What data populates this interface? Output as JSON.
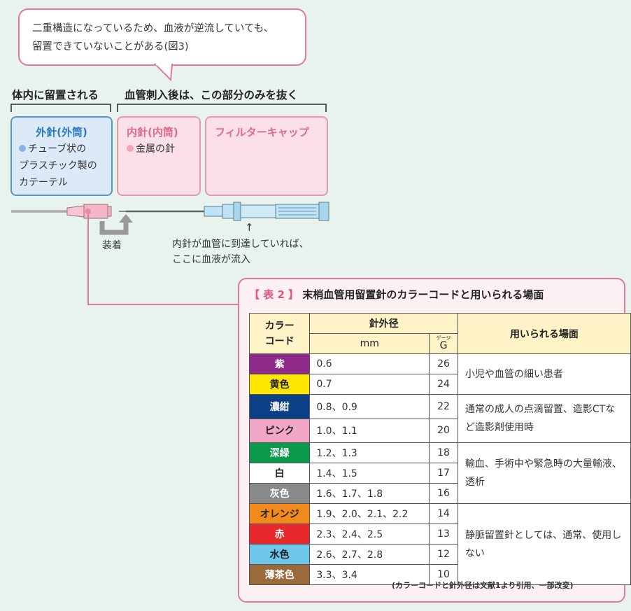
{
  "bubble": {
    "line1": "二重構造になっているため、血液が逆流していても、",
    "line2": "留置できていないことがある(図3)"
  },
  "headers": {
    "left": "体内に留置される",
    "right": "血管刺入後は、この部分のみを抜く"
  },
  "parts": {
    "outer": {
      "title": "外針(外筒)",
      "desc1": "チューブ状の",
      "desc2": "プラスチック製の",
      "desc3": "カテーテル"
    },
    "inner": {
      "title": "内針(内筒)",
      "desc1": "金属の針"
    },
    "filter": {
      "title": "フィルターキャップ"
    }
  },
  "labels": {
    "attach": "装着",
    "arrow": "↑",
    "blood1": "内針が血管に到達していれば、",
    "blood2": "ここに血液が流入"
  },
  "table": {
    "title_open": "【",
    "title_label": "表 2",
    "title_close": "】",
    "title_text": "末梢血管用留置針のカラーコードと用いられる場面",
    "head_color1": "カラー",
    "head_color2": "コード",
    "head_outer": "針外径",
    "head_mm": "mm",
    "head_g": "G",
    "head_g_ruby": "ゲージ",
    "head_use": "用いられる場面",
    "rows": [
      {
        "name": "紫",
        "mm": "0.6",
        "g": "26",
        "bg": "#8e2a8a",
        "fg": "#ffffff"
      },
      {
        "name": "黄色",
        "mm": "0.7",
        "g": "24",
        "bg": "#ffe600",
        "fg": "#222222"
      },
      {
        "name": "濃紺",
        "mm": "0.8、0.9",
        "g": "22",
        "bg": "#0b3f86",
        "fg": "#ffffff"
      },
      {
        "name": "ピンク",
        "mm": "1.0、1.1",
        "g": "20",
        "bg": "#f3a7c6",
        "fg": "#222222"
      },
      {
        "name": "深緑",
        "mm": "1.2、1.3",
        "g": "18",
        "bg": "#0a9a4e",
        "fg": "#ffffff"
      },
      {
        "name": "白",
        "mm": "1.4、1.5",
        "g": "17",
        "bg": "#ffffff",
        "fg": "#222222"
      },
      {
        "name": "灰色",
        "mm": "1.6、1.7、1.8",
        "g": "16",
        "bg": "#8a8a8a",
        "fg": "#ffffff"
      },
      {
        "name": "オレンジ",
        "mm": "1.9、2.0、2.1、2.2",
        "g": "14",
        "bg": "#f08a1c",
        "fg": "#222222"
      },
      {
        "name": "赤",
        "mm": "2.3、2.4、2.5",
        "g": "13",
        "bg": "#e8282c",
        "fg": "#ffffff"
      },
      {
        "name": "水色",
        "mm": "2.6、2.7、2.8",
        "g": "12",
        "bg": "#6ec6ea",
        "fg": "#222222"
      },
      {
        "name": "薄茶色",
        "mm": "3.3、3.4",
        "g": "10",
        "bg": "#9a6a3c",
        "fg": "#ffffff"
      }
    ],
    "uses": [
      "小児や血管の細い患者",
      "通常の成人の点滴留置、造影CTなど造影剤使用時",
      "輸血、手術中や緊急時の大量輸液、透析",
      "静脈留置針としては、通常、使用しない"
    ],
    "note": "(カラーコードと針外径は文献1より引用、一部改変)"
  },
  "colors": {
    "pink_accent": "#e07a95",
    "blue_accent": "#2a78c4",
    "header_fill": "#fdf3c7"
  }
}
